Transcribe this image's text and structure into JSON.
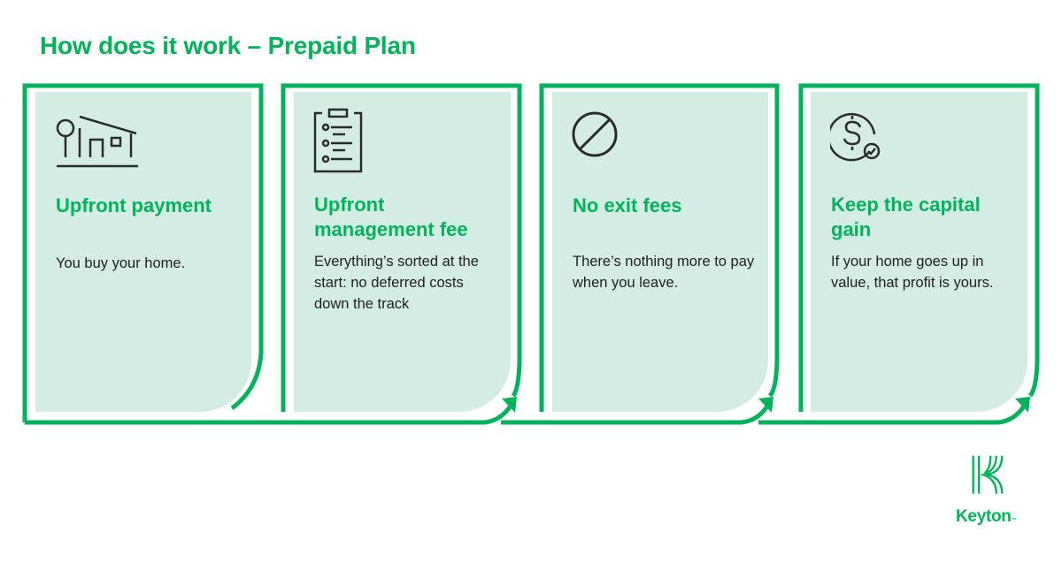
{
  "title": "How does it work – Prepaid Plan",
  "colors": {
    "accent": "#00b35a",
    "card_bg": "#d3ece4",
    "text": "#1f1f1f",
    "icon_stroke": "#2b2b2b"
  },
  "steps": [
    {
      "icon": "house-with-tree-icon",
      "heading": "Upfront payment",
      "body": "You buy your home."
    },
    {
      "icon": "clipboard-checklist-icon",
      "heading": "Upfront management fee",
      "body": "Everything’s sorted at the start: no deferred costs down the track"
    },
    {
      "icon": "prohibited-circle-icon",
      "heading": "No exit fees",
      "body": "There’s nothing more to pay when you leave."
    },
    {
      "icon": "dollar-coin-check-icon",
      "heading": "Keep the capital gain",
      "body": "If your home goes up in value, that profit is yours."
    }
  ],
  "brand": {
    "name": "Keyton",
    "trademark": "™"
  }
}
